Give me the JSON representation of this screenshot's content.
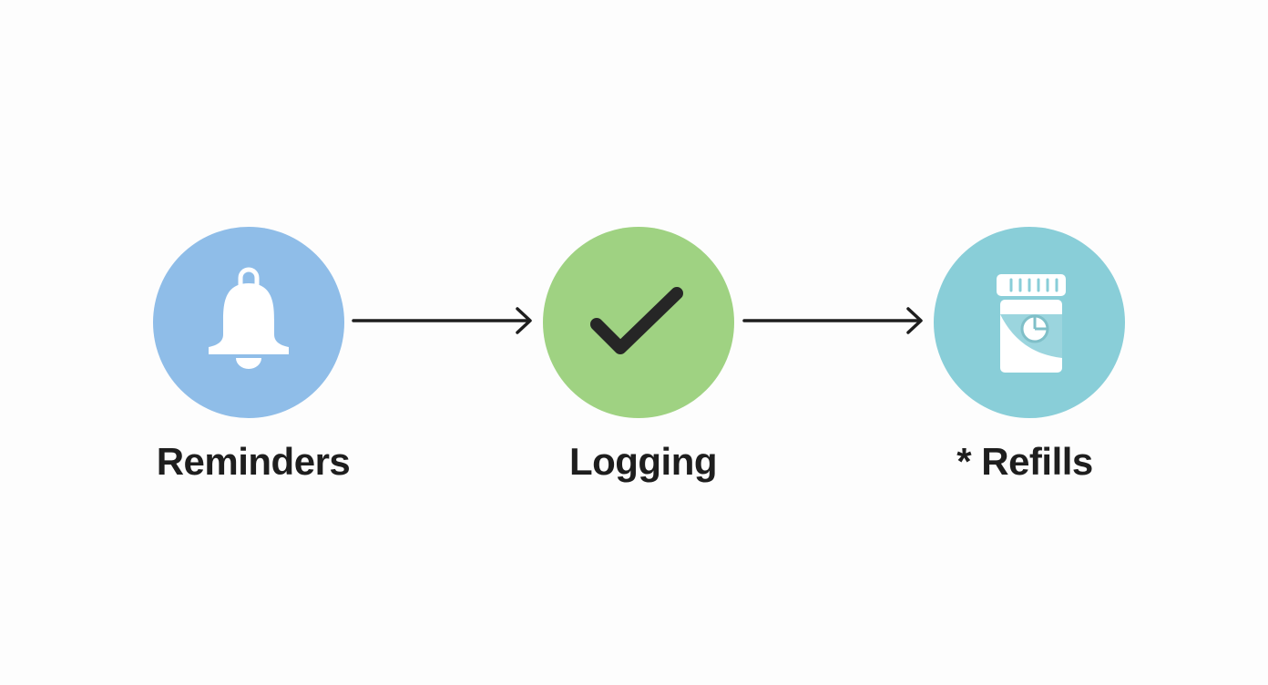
{
  "steps": [
    {
      "label": "Reminders",
      "icon": "bell-icon",
      "color": "#8fbde8"
    },
    {
      "label": "Logging",
      "icon": "checkmark-icon",
      "color": "#9fd282"
    },
    {
      "label": "* Refills",
      "icon": "pill-bottle-icon",
      "color": "#89ced8"
    }
  ],
  "colors": {
    "text": "#1e1e1e",
    "arrow": "#1e1e1e",
    "icon_light": "#ffffff",
    "icon_dark": "#262626"
  }
}
